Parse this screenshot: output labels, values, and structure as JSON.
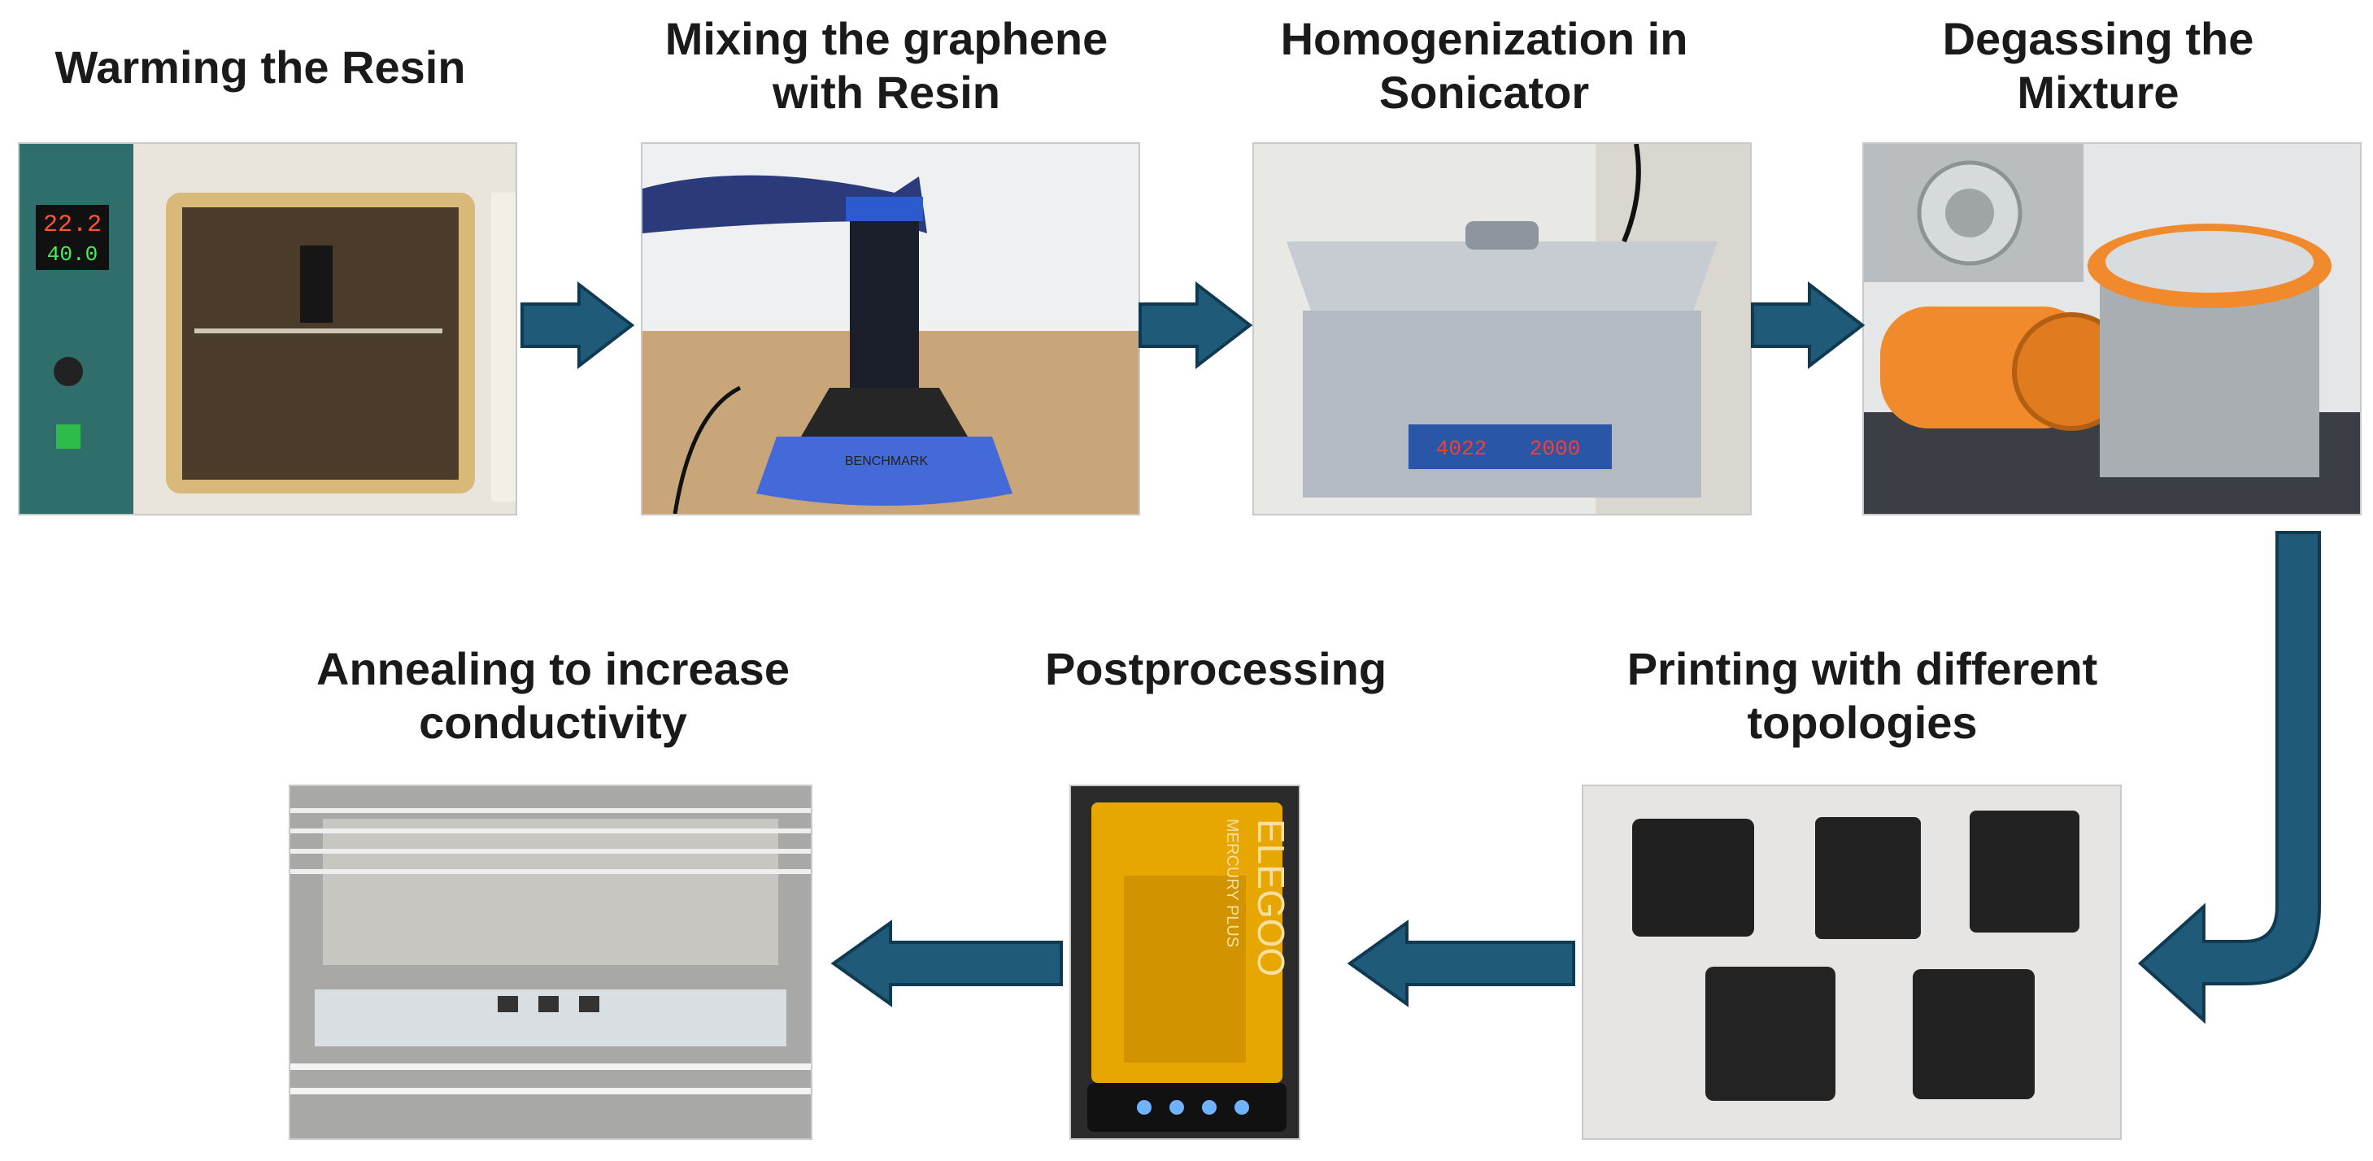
{
  "steps": [
    {
      "label": "Warming the Resin"
    },
    {
      "label": "Mixing the graphene\nwith Resin"
    },
    {
      "label": "Homogenization in\nSonicator"
    },
    {
      "label": "Degassing the\nMixture"
    },
    {
      "label": "Printing with different\ntopologies"
    },
    {
      "label": "Postprocessing"
    },
    {
      "label": "Annealing to increase\nconductivity"
    }
  ],
  "photo_text": {
    "oven_display_top": "22.2",
    "oven_display_bottom": "40.0",
    "stirrer_brand": "BENCHMARK",
    "washer_brand": "ELEGOO",
    "washer_model": "MERCURY PLUS",
    "sonicator_readout_left": "4022",
    "sonicator_readout_right": "2000"
  },
  "colors": {
    "arrow_fill": "#1f5a78",
    "arrow_stroke": "#0f3a52",
    "label_text": "#1a1a1a"
  }
}
